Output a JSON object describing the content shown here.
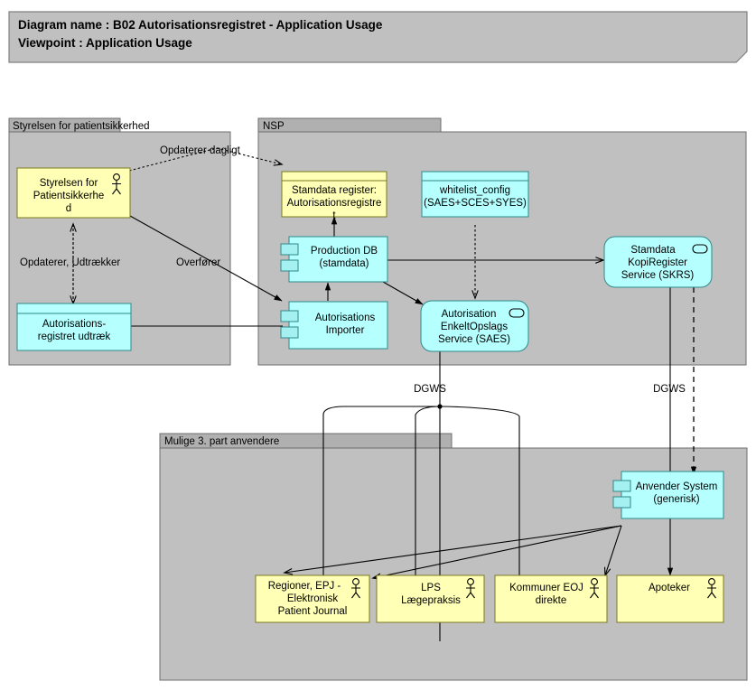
{
  "banner": {
    "line1_label": "Diagram name :",
    "line1_value": "B02 Autorisationsregistret - Application Usage",
    "line1_full": "Diagram name : B02 Autorisationsregistret - Application Usage",
    "line2_label": "Viewpoint",
    "line2_value": ": Application Usage",
    "line2_full": "Viewpoint         : Application Usage"
  },
  "colors": {
    "banner_fill": "#c0c0c0",
    "group_fill": "#c0c0c0",
    "group_header_fill": "#b0b0b0",
    "business_yellow": "#ffffb5",
    "business_yellow_header": "#ffff9f",
    "application_cyan": "#b5ffff",
    "application_cyan_header": "#a5f5f5",
    "line": "#000000",
    "page_background": "#ffffff"
  },
  "groups": [
    {
      "id": "spsk",
      "title": "Styrelsen for patientsikkerhed"
    },
    {
      "id": "nsp",
      "title": "NSP"
    },
    {
      "id": "third-party",
      "title": "Mulige 3. part anvendere"
    }
  ],
  "nodes": {
    "styrelsen_actor": {
      "lines": [
        "Styrelsen for",
        "Patientsikkerhe",
        "d"
      ],
      "type": "business-actor",
      "icon": "actor-icon"
    },
    "autorisationsregistret_udtraek": {
      "lines": [
        "Autorisations-",
        "registret udtræk"
      ],
      "type": "data-object",
      "icon": "data-object-icon"
    },
    "stamdata_register": {
      "lines": [
        "Stamdata register:",
        "Autorisationsregistre",
        "t"
      ],
      "type": "business-object",
      "icon": "business-object-icon"
    },
    "whitelist_config": {
      "lines": [
        "whitelist_config",
        "(SAES+SCES+SYES)"
      ],
      "type": "data-object",
      "icon": "data-object-icon"
    },
    "production_db": {
      "lines": [
        "Production DB",
        "(stamdata)"
      ],
      "type": "application-component",
      "icon": "component-icon"
    },
    "autorisations_importer": {
      "lines": [
        "Autorisations",
        "Importer"
      ],
      "type": "application-component",
      "icon": "component-icon"
    },
    "saes": {
      "lines": [
        "Autorisation",
        "EnkeltOpslags",
        "Service (SAES)"
      ],
      "type": "application-service",
      "icon": "service-icon"
    },
    "skrs": {
      "lines": [
        "Stamdata",
        "KopiRegister",
        "Service (SKRS)"
      ],
      "type": "application-service",
      "icon": "service-icon"
    },
    "anvender_system": {
      "lines": [
        "Anvender System",
        "(generisk)"
      ],
      "type": "application-component",
      "icon": "component-icon"
    },
    "regioner_epj": {
      "lines": [
        "Regioner, EPJ -",
        "Elektronisk",
        "Patient Journal"
      ],
      "type": "business-actor",
      "icon": "actor-icon"
    },
    "lps": {
      "lines": [
        "LPS",
        "Lægepraksis"
      ],
      "type": "business-actor",
      "icon": "actor-icon"
    },
    "kommuner_eoj": {
      "lines": [
        "Kommuner EOJ",
        "direkte"
      ],
      "type": "business-actor",
      "icon": "actor-icon"
    },
    "apoteker": {
      "lines": [
        "Apoteker"
      ],
      "type": "business-actor",
      "icon": "actor-icon"
    }
  },
  "edge_labels": {
    "opdaterer_dagligt": "Opdaterer dagligt",
    "opdaterer_udtraekker": "Opdaterer, Udtrækker",
    "overfoerer": "Overfører",
    "dgws_left": "DGWS",
    "dgws_right": "DGWS"
  }
}
